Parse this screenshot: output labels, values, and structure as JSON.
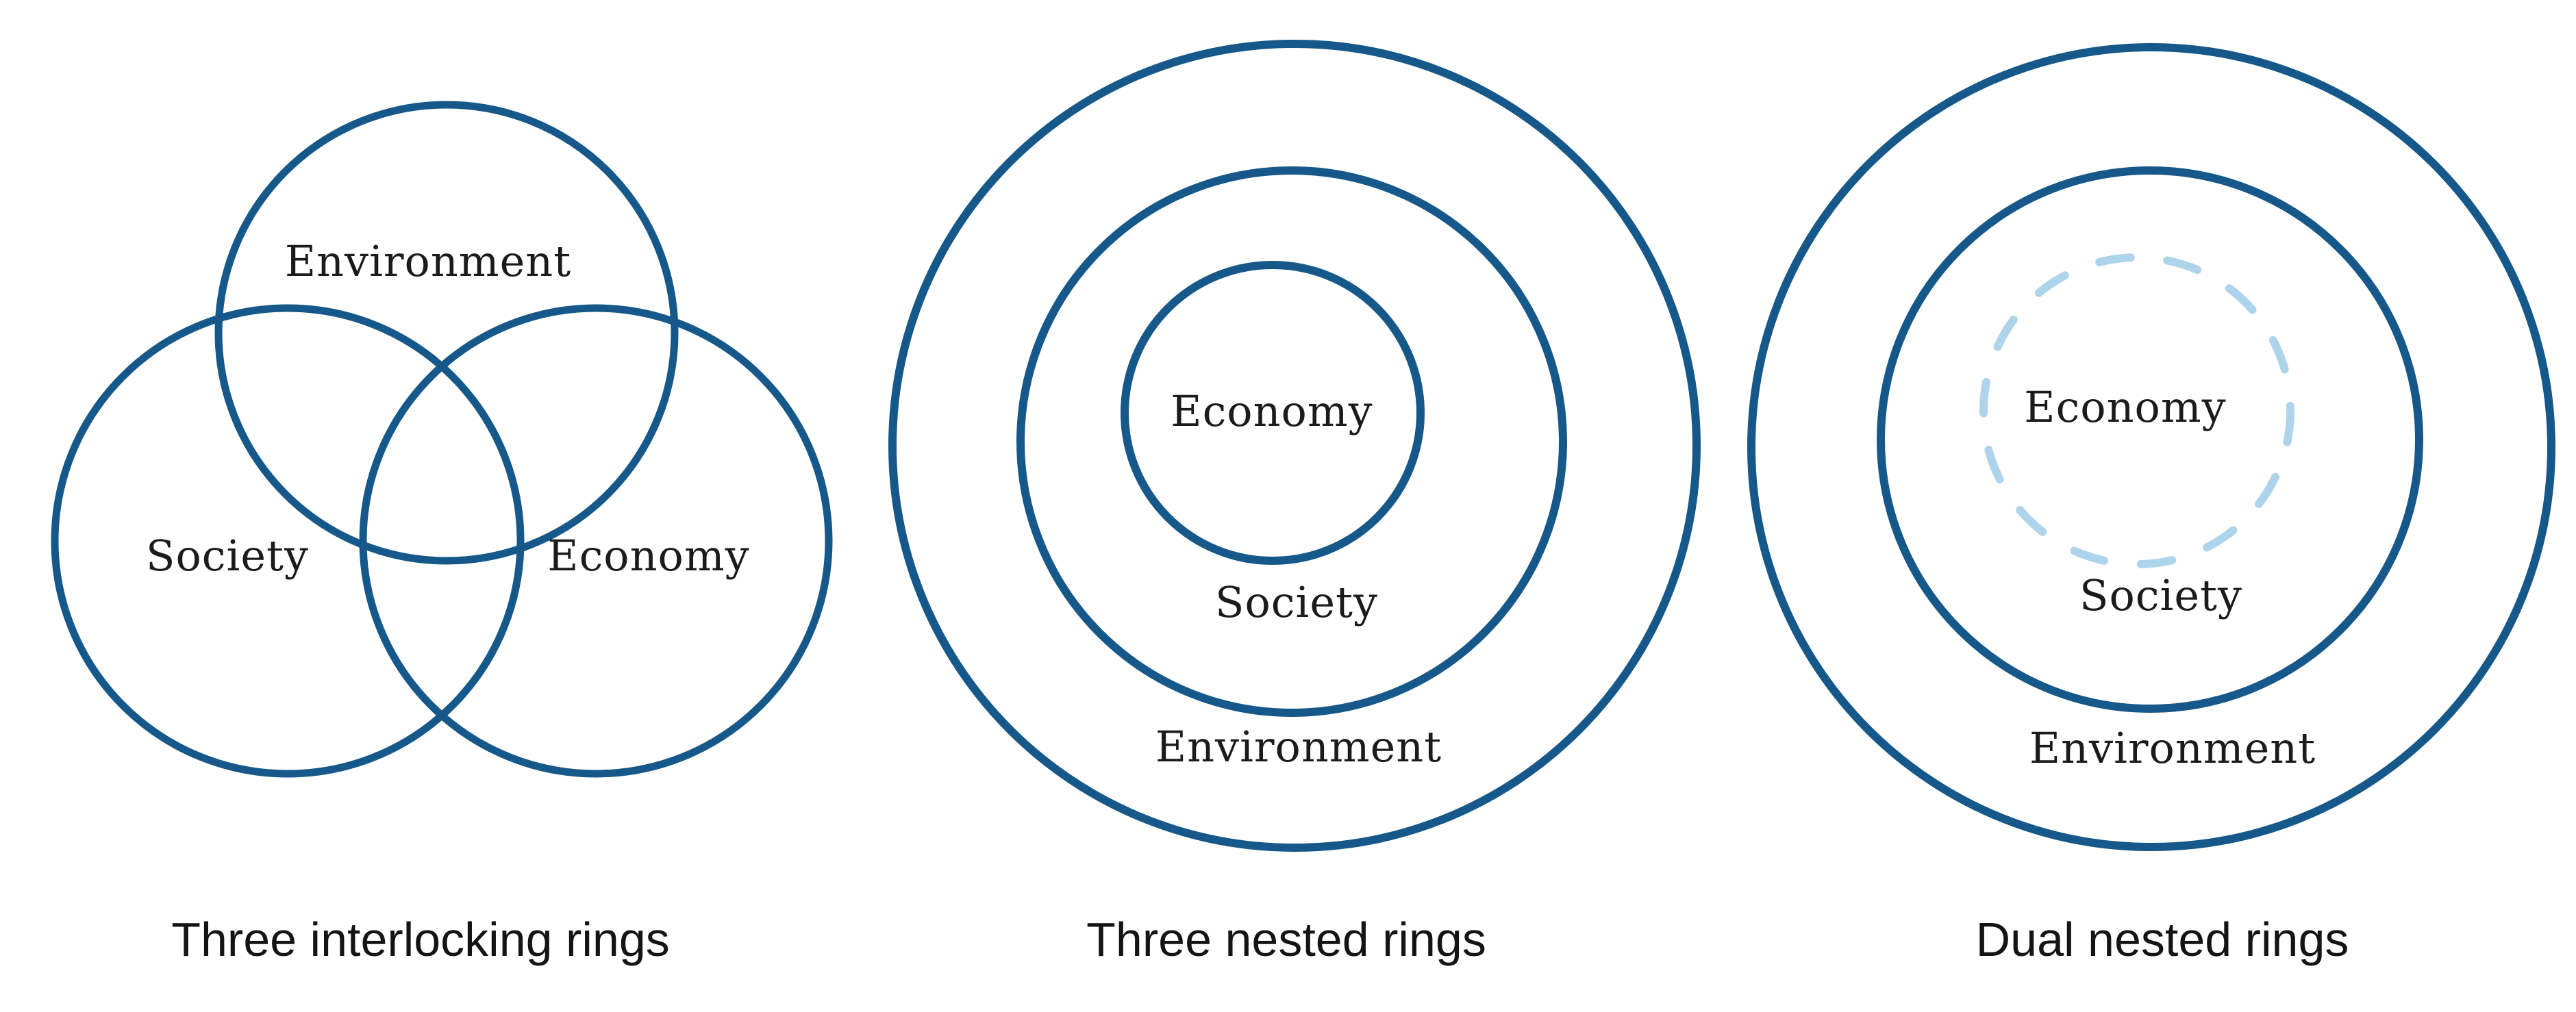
{
  "figure": {
    "background_color": "#ffffff",
    "ring_color": "#155889",
    "dashed_ring_color": "#aed4ec",
    "label_text_color": "#1b1b1b",
    "caption_text_color": "#141414",
    "diagrams": [
      {
        "caption": "Three interlocking rings",
        "style": "interlocking",
        "labels": {
          "environment": "Environment",
          "society": "Society",
          "economy": "Economy"
        }
      },
      {
        "caption": "Three nested rings",
        "style": "nested",
        "labels": {
          "economy": "Economy",
          "society": "Society",
          "environment": "Environment"
        }
      },
      {
        "caption": "Dual nested rings",
        "style": "dual-nested-with-dashed-inner",
        "labels": {
          "economy": "Economy",
          "society": "Society",
          "environment": "Environment"
        }
      }
    ]
  }
}
